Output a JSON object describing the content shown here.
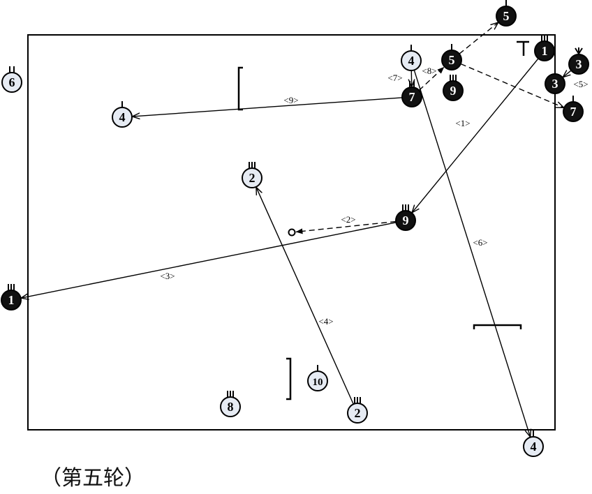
{
  "caption": "（第五轮）",
  "colors": {
    "dark": "#111111",
    "light": "#e6ebf3",
    "line": "#000000"
  },
  "players": [
    {
      "id": "p-dark-5-top",
      "team": "dark",
      "number": "5",
      "mark": "tick1"
    },
    {
      "id": "p-light-4-top",
      "team": "light",
      "number": "4",
      "mark": "tick1"
    },
    {
      "id": "p-dark-5",
      "team": "dark",
      "number": "5",
      "mark": "tick1"
    },
    {
      "id": "p-dark-1-top",
      "team": "dark",
      "number": "1",
      "mark": "tick3"
    },
    {
      "id": "p-dark-3a",
      "team": "dark",
      "number": "3",
      "mark": "star"
    },
    {
      "id": "p-dark-3b",
      "team": "dark",
      "number": "3",
      "mark": "none"
    },
    {
      "id": "p-light-6",
      "team": "light",
      "number": "6",
      "mark": "tick2"
    },
    {
      "id": "p-dark-7a",
      "team": "dark",
      "number": "7",
      "mark": "tick2"
    },
    {
      "id": "p-dark-9a",
      "team": "dark",
      "number": "9",
      "mark": "tick3"
    },
    {
      "id": "p-dark-7b",
      "team": "dark",
      "number": "7",
      "mark": "tick1"
    },
    {
      "id": "p-light-4-mid",
      "team": "light",
      "number": "4",
      "mark": "tick1"
    },
    {
      "id": "p-light-2-mid",
      "team": "light",
      "number": "2",
      "mark": "tick3"
    },
    {
      "id": "p-dark-9b",
      "team": "dark",
      "number": "9",
      "mark": "tick3"
    },
    {
      "id": "p-dark-1-left",
      "team": "dark",
      "number": "1",
      "mark": "tick3"
    },
    {
      "id": "p-light-10",
      "team": "light",
      "number": "10",
      "mark": "tick1"
    },
    {
      "id": "p-light-8",
      "team": "light",
      "number": "8",
      "mark": "tick3"
    },
    {
      "id": "p-light-2-bot",
      "team": "light",
      "number": "2",
      "mark": "tick3"
    },
    {
      "id": "p-light-4-bot",
      "team": "light",
      "number": "4",
      "mark": "tick1"
    }
  ],
  "moves": [
    {
      "label": "<1>",
      "from": "p-dark-1-top",
      "to": "p-dark-9b",
      "style": "solid"
    },
    {
      "label": "<2>",
      "from": "p-dark-9b",
      "to": "ball",
      "style": "dashed"
    },
    {
      "label": "<3>",
      "from": "p-dark-9b",
      "to": "p-dark-1-left",
      "style": "solid"
    },
    {
      "label": "<4>",
      "from": "p-light-2-bot",
      "to": "p-light-2-mid",
      "style": "solid"
    },
    {
      "label": "<5>",
      "from": "p-dark-3a",
      "to": "p-dark-3b",
      "style": "solid"
    },
    {
      "label": "<6>",
      "from": "p-light-4-top",
      "to": "p-light-4-bot",
      "style": "solid"
    },
    {
      "label": "<7>",
      "from": "p-light-4-top",
      "to": "p-dark-7a",
      "style": "solid"
    },
    {
      "label": "<8>",
      "from": "p-dark-7a",
      "to": "p-dark-5",
      "style": "dashed"
    },
    {
      "label": "<9>",
      "from": "p-dark-7a",
      "to": "p-light-4-mid",
      "style": "solid"
    },
    {
      "label": "",
      "from": "p-dark-5",
      "to": "p-dark-5-top",
      "style": "dashed"
    },
    {
      "label": "",
      "from": "p-dark-5",
      "to": "p-dark-7b",
      "style": "dashed"
    }
  ]
}
